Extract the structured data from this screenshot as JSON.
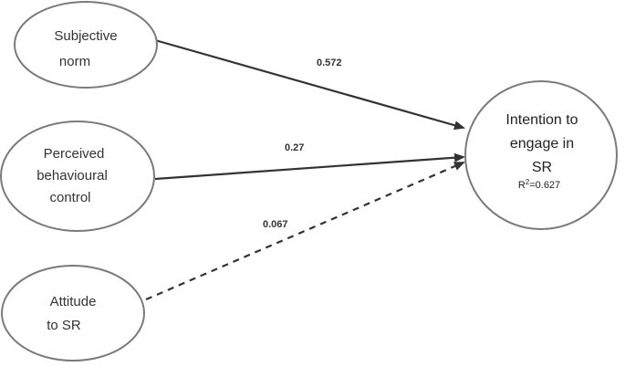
{
  "nodes": {
    "subjective_norm": {
      "line1": "Subjective",
      "line2": "norm"
    },
    "perceived_behavioural_control": {
      "line1": "Perceived",
      "line2": "behavioural",
      "line3": "control"
    },
    "attitude_to_sr": {
      "line1": "Attitude",
      "line2": "to SR"
    },
    "intention": {
      "line1": "Intention to",
      "line2": "engage in",
      "line3": "SR",
      "r2_prefix": "R",
      "r2_sup": "2",
      "r2_value": "=0.627"
    }
  },
  "paths": {
    "subjective_norm": "0.572",
    "perceived_behavioural_control": "0.27",
    "attitude_to_sr": "0.067"
  },
  "colors": {
    "ellipse_stroke": "#7a7a7a",
    "arrow": "#333333"
  }
}
